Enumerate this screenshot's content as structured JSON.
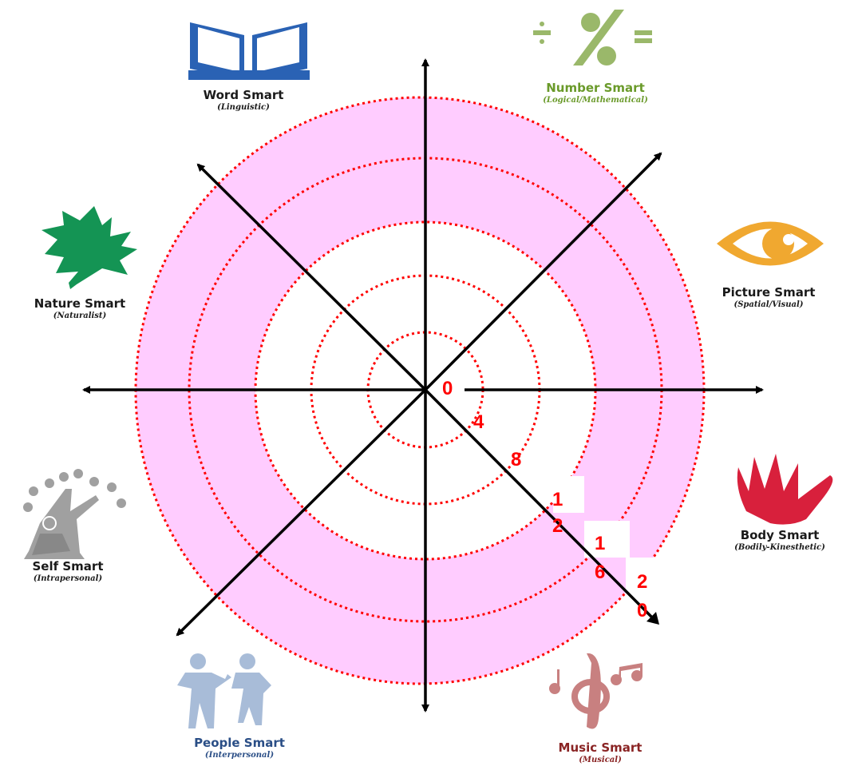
{
  "intelligences": [
    {
      "title": "Word Smart",
      "subtitle": "(Linguistic)",
      "icon": "book-icon",
      "color": "#1a1a1a",
      "icon_color": "#2a62b4"
    },
    {
      "title": "Number Smart",
      "subtitle": "(Logical/Mathematical)",
      "icon": "percent-icon",
      "color": "#6a9a2a",
      "icon_color": "#9ab86a"
    },
    {
      "title": "Picture Smart",
      "subtitle": "(Spatial/Visual)",
      "icon": "eye-icon",
      "color": "#1a1a1a",
      "icon_color": "#f0a830"
    },
    {
      "title": "Body Smart",
      "subtitle": "(Bodily-Kinesthetic)",
      "icon": "hand-icon",
      "color": "#1a1a1a",
      "icon_color": "#d8203c"
    },
    {
      "title": "Music Smart",
      "subtitle": "(Musical)",
      "icon": "music-note-icon",
      "color": "#8a2424",
      "icon_color": "#c88080"
    },
    {
      "title": "People Smart",
      "subtitle": "(Interpersonal)",
      "icon": "people-icon",
      "color": "#2a4e86",
      "icon_color": "#a8bcd8"
    },
    {
      "title": "Self Smart",
      "subtitle": "(Intrapersonal)",
      "icon": "tree-person-icon",
      "color": "#1a1a1a",
      "icon_color": "#a0a0a0"
    },
    {
      "title": "Nature Smart",
      "subtitle": "(Naturalist)",
      "icon": "leaf-icon",
      "color": "#1a1a1a",
      "icon_color": "#149454"
    }
  ],
  "scale": {
    "labels": [
      "0",
      "4",
      "8",
      "12",
      "16",
      "20"
    ],
    "ring_color": "#ff0000",
    "band_color": "#ffccff"
  }
}
